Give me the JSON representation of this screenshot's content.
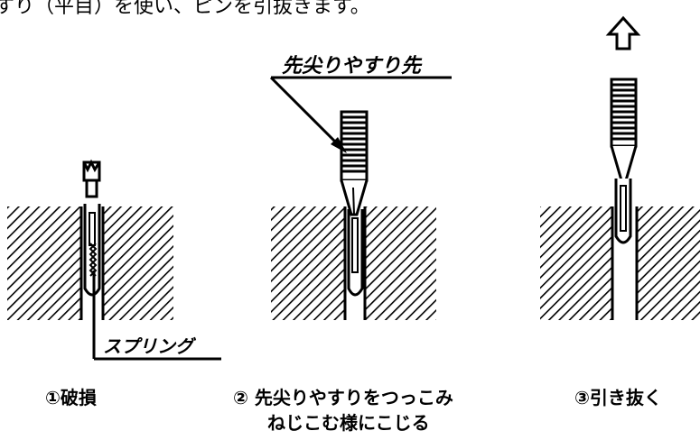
{
  "header_text": "すり（平目）を使い、ピンを引抜きます。",
  "callouts": {
    "file_tip": "先尖りやすり先",
    "spring": "スプリング"
  },
  "steps": [
    {
      "label": "①破損"
    },
    {
      "label_line1": "② 先尖りやすりをつっこみ",
      "label_line2": "ねじこむ様にこじる"
    },
    {
      "label": "③引き抜く"
    }
  ],
  "icons": {
    "pull_direction": "up-arrow-icon"
  },
  "colors": {
    "ink": "#000000",
    "background": "#ffffff"
  }
}
